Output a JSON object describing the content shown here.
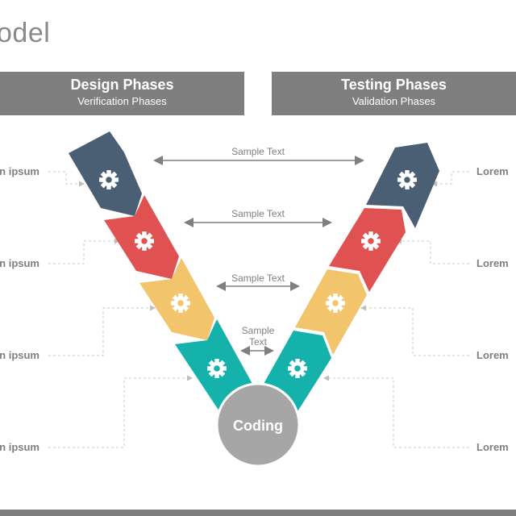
{
  "title": "odel",
  "design": {
    "heading": "Design Phases",
    "sub": "Verification Phases"
  },
  "testing": {
    "heading": "Testing Phases",
    "sub": "Validation Phases"
  },
  "left_labels": [
    "n ipsum",
    "n ipsum",
    "n ipsum",
    "n ipsum"
  ],
  "right_labels": [
    "Lorem",
    "Lorem",
    "Lorem",
    "Lorem"
  ],
  "connectors": [
    "Sample Text",
    "Sample Text",
    "Sample Text",
    "Sample",
    "Text"
  ],
  "center": "Coding",
  "colors": {
    "navy": "#4a5f74",
    "red": "#e05252",
    "yellow": "#f2c46b",
    "teal": "#15b1ab",
    "gray": "#a6a6a6",
    "banner": "#7f7f7f"
  },
  "icons": [
    "gear-icon",
    "gear-icon",
    "gear-icon",
    "gear-icon",
    "gear-icon",
    "gear-icon",
    "gear-icon",
    "gear-icon"
  ]
}
